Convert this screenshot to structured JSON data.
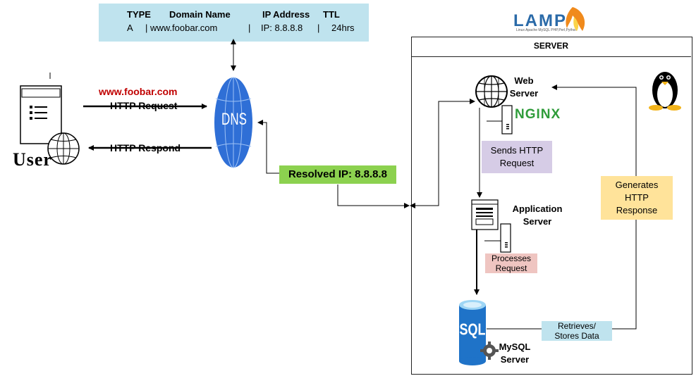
{
  "dns_record": {
    "headers": {
      "type": "TYPE",
      "domain": "Domain Name",
      "ip": "IP Address",
      "ttl": "TTL"
    },
    "values": {
      "type": "A",
      "domain": "| www.foobar.com",
      "sep1": "|",
      "ip": "IP: 8.8.8.8",
      "sep2": "|",
      "ttl": "24hrs"
    }
  },
  "lamp": {
    "logo_text": "LAMP",
    "tagline": "Linux  Apache  MySQL  PHP,Perl,Python"
  },
  "user": {
    "label": "User"
  },
  "client": {
    "url": "www.foobar.com",
    "request_label": "HTTP Request",
    "response_label": "HTTP Respond"
  },
  "dns": {
    "label": "DNS"
  },
  "resolved": {
    "label": "Resolved IP: 8.8.8.8"
  },
  "server": {
    "title": "SERVER",
    "web_server": {
      "line1": "Web",
      "line2": "Server",
      "software": "NGINX"
    },
    "app_server": {
      "line1": "Application",
      "line2": "Server"
    },
    "mysql": {
      "icon_text": "SQL",
      "line1": "MySQL",
      "line2": "Server"
    },
    "notes": {
      "sends": [
        "Sends HTTP",
        "Request"
      ],
      "processes": [
        "Processes",
        "Request"
      ],
      "generates": [
        "Generates",
        "HTTP",
        "Response"
      ],
      "retrieves": [
        "Retrieves/",
        "Stores Data"
      ]
    }
  },
  "colors": {
    "dns_table_bg": "#bfe3ee",
    "resolved_bg": "#8cd14f",
    "url_red": "#c00000",
    "nginx_green": "#2f9c3a",
    "dns_blue": "#2f6fd6",
    "sql_blue": "#1f73c8"
  }
}
